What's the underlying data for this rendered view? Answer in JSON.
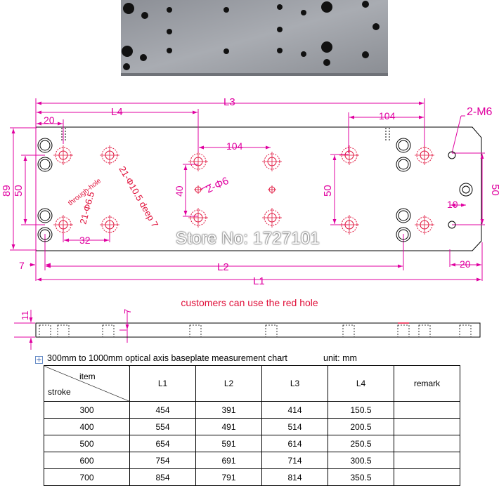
{
  "photo": {
    "description_icon": "steel-baseplate-photo"
  },
  "drawing": {
    "dimensions": {
      "l3": "L3",
      "l4": "L4",
      "top_20": "20",
      "top_104_right": "104",
      "m6": "2-M6",
      "mid_104": "104",
      "left_89": "89",
      "left_50": "50",
      "right_50": "50",
      "mid_50": "50",
      "mid_40": "40",
      "phi6": "2-Φ6",
      "bottom_32": "32",
      "bottom_7": "7",
      "l2": "L2",
      "right_10": "10",
      "right_20": "20",
      "l1": "L1",
      "side_11": "11",
      "side_7": "7"
    },
    "hole_labels": {
      "through_hole": "through-hole",
      "phi65": "21-Φ6.5",
      "phi105": "21-Φ10.5 deep 7"
    }
  },
  "watermark": "Store No: 1727101",
  "note": "customers can use the red hole",
  "chart": {
    "title": "300mm to 1000mm optical axis baseplate measurement chart",
    "unit": "unit: mm",
    "corner_item": "item",
    "corner_stroke": "stroke",
    "columns": [
      "L1",
      "L2",
      "L3",
      "L4",
      "remark"
    ],
    "rows": [
      {
        "stroke": "300",
        "l1": "454",
        "l2": "391",
        "l3": "414",
        "l4": "150.5",
        "remark": ""
      },
      {
        "stroke": "400",
        "l1": "554",
        "l2": "491",
        "l3": "514",
        "l4": "200.5",
        "remark": ""
      },
      {
        "stroke": "500",
        "l1": "654",
        "l2": "591",
        "l3": "614",
        "l4": "250.5",
        "remark": ""
      },
      {
        "stroke": "600",
        "l1": "754",
        "l2": "691",
        "l3": "714",
        "l4": "300.5",
        "remark": ""
      },
      {
        "stroke": "700",
        "l1": "854",
        "l2": "791",
        "l3": "814",
        "l4": "350.5",
        "remark": ""
      }
    ]
  },
  "colors": {
    "dimension": "#e000a0",
    "red_hole": "#e0103a",
    "line": "#000000"
  }
}
